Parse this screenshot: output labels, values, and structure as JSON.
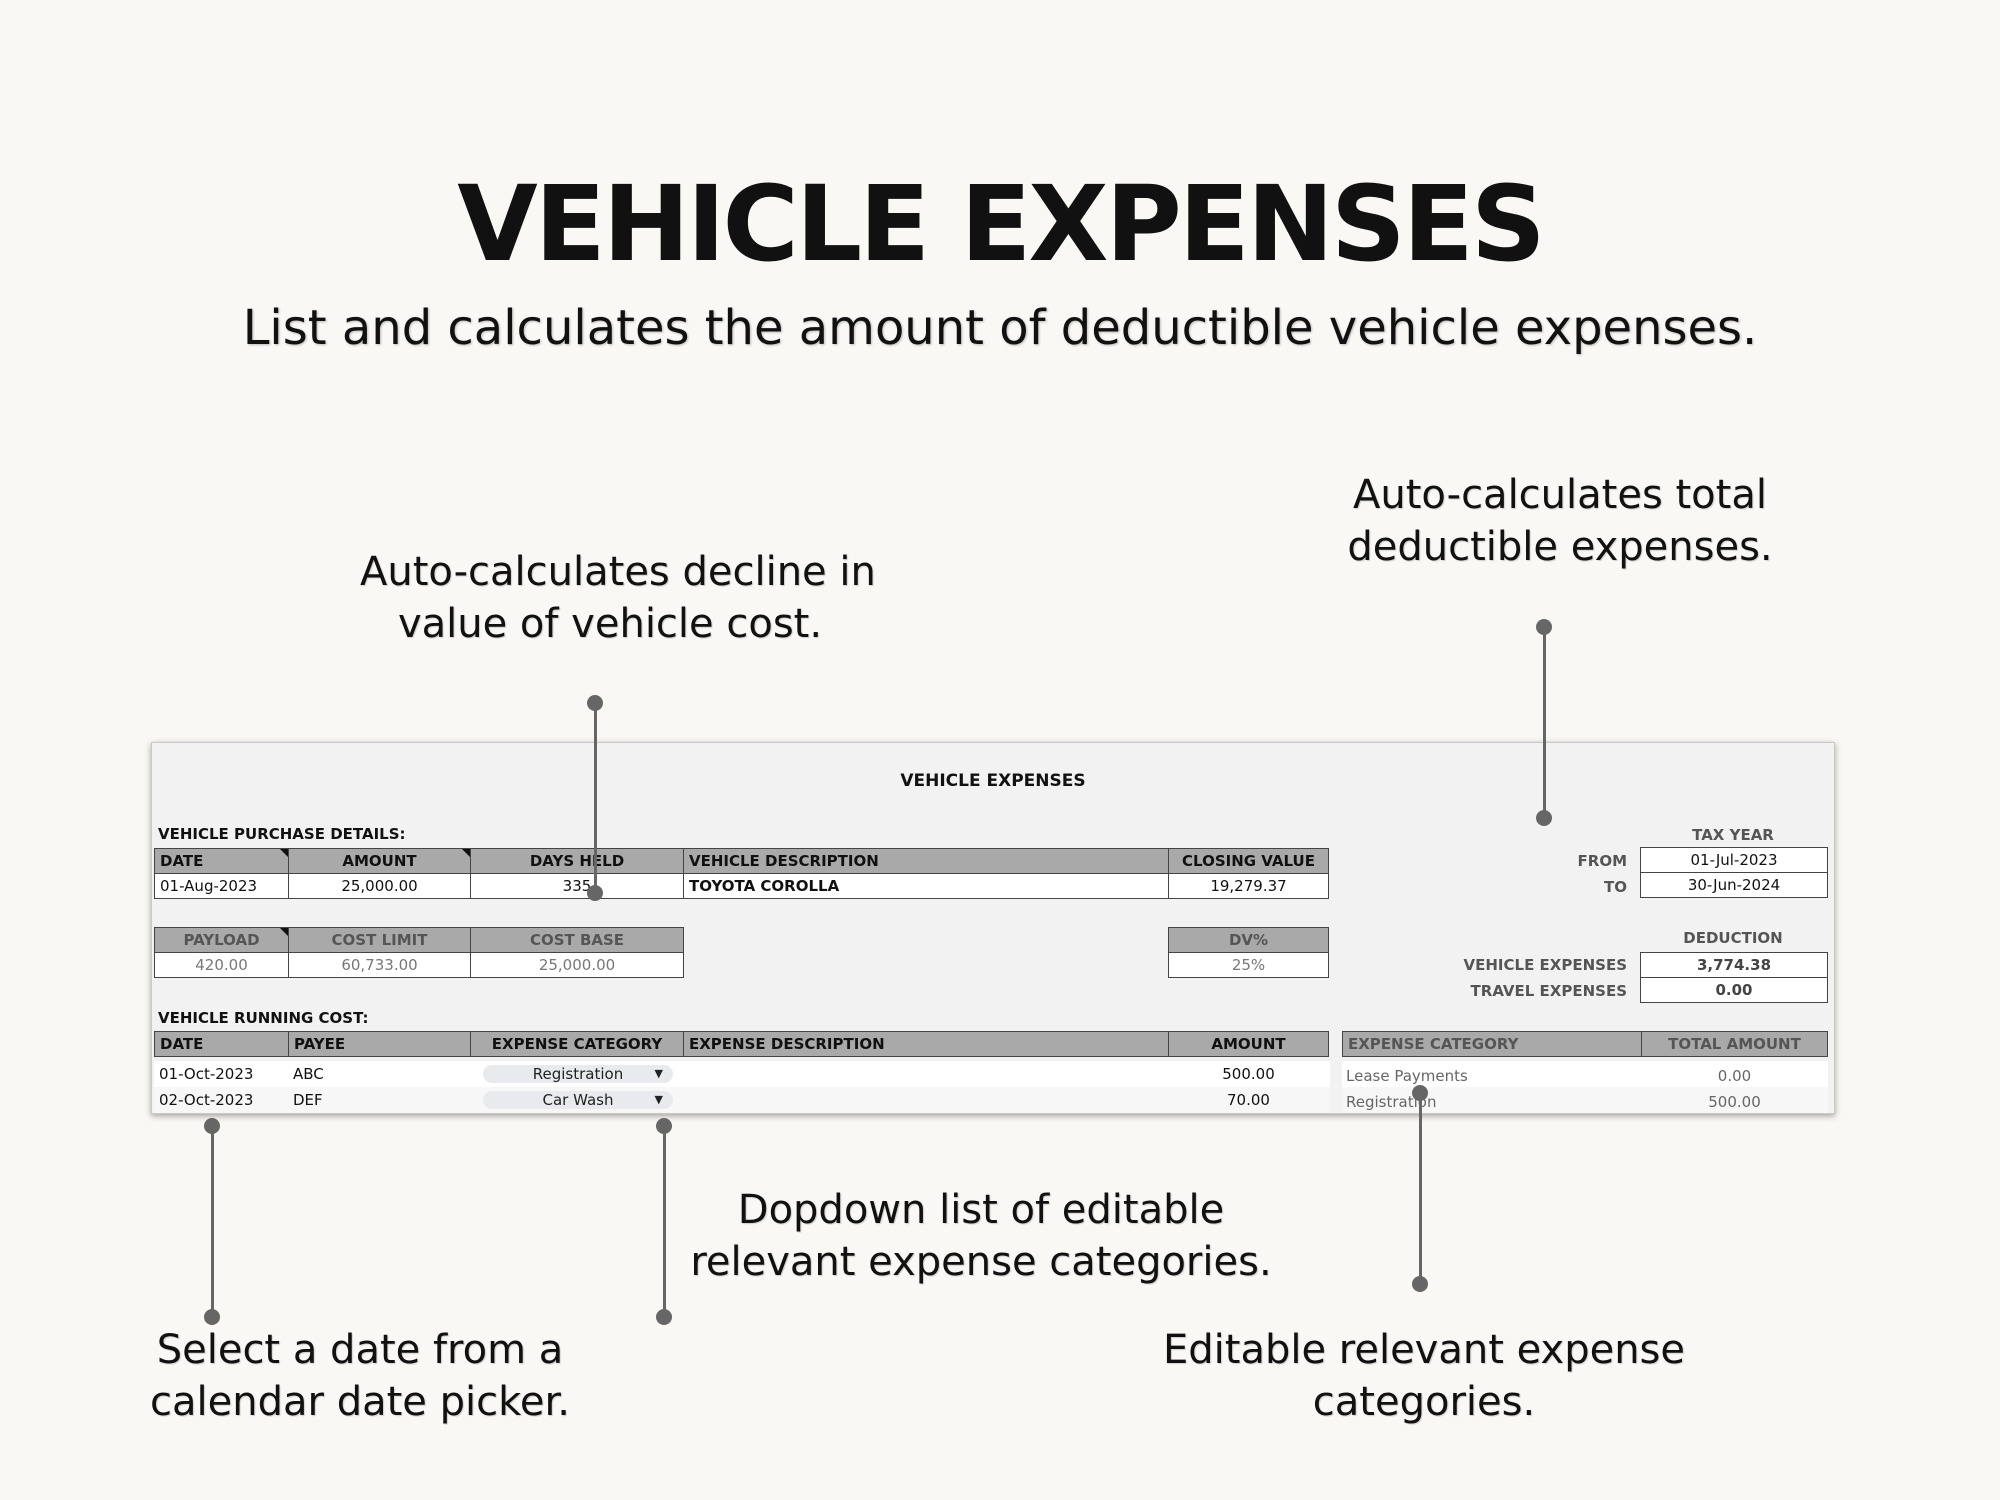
{
  "hero": {
    "title": "VEHICLE EXPENSES",
    "subtitle": "List and calculates the amount of deductible vehicle expenses."
  },
  "callouts": {
    "decline": [
      "Auto-calculates decline in",
      "value of vehicle cost."
    ],
    "total": [
      "Auto-calculates total",
      "deductible expenses."
    ],
    "dropdown": [
      "Dopdown list of editable",
      "relevant expense categories."
    ],
    "date": [
      "Select a date from a",
      "calendar date picker."
    ],
    "editable": [
      "Editable relevant expense",
      "categories."
    ]
  },
  "sheet": {
    "title": "VEHICLE EXPENSES",
    "purchase_label": "VEHICLE PURCHASE DETAILS:",
    "purchase_headers": [
      "DATE",
      "AMOUNT",
      "DAYS HELD",
      "VEHICLE DESCRIPTION",
      "CLOSING VALUE"
    ],
    "purchase_row": [
      "01-Aug-2023",
      "25,000.00",
      "335",
      "TOYOTA COROLLA",
      "19,279.37"
    ],
    "limit_headers": [
      "PAYLOAD",
      "COST LIMIT",
      "COST BASE"
    ],
    "limit_values": [
      "420.00",
      "60,733.00",
      "25,000.00"
    ],
    "dv_header": "DV%",
    "dv_value": "25%",
    "tax_year": {
      "label": "TAX YEAR",
      "from_label": "FROM",
      "from": "01-Jul-2023",
      "to_label": "TO",
      "to": "30-Jun-2024"
    },
    "deduction": {
      "label": "DEDUCTION",
      "vehicle_label": "VEHICLE EXPENSES",
      "vehicle_value": "3,774.38",
      "travel_label": "TRAVEL EXPENSES",
      "travel_value": "0.00"
    },
    "running_label": "VEHICLE RUNNING COST:",
    "running_headers": [
      "DATE",
      "PAYEE",
      "EXPENSE CATEGORY",
      "EXPENSE DESCRIPTION",
      "AMOUNT"
    ],
    "running_rows": [
      {
        "date": "01-Oct-2023",
        "payee": "ABC",
        "category": "Registration",
        "description": "",
        "amount": "500.00"
      },
      {
        "date": "02-Oct-2023",
        "payee": "DEF",
        "category": "Car Wash",
        "description": "",
        "amount": "70.00"
      }
    ],
    "summary_headers": [
      "EXPENSE CATEGORY",
      "TOTAL AMOUNT"
    ],
    "summary_rows": [
      {
        "category": "Lease Payments",
        "total": "0.00"
      },
      {
        "category": "Registration",
        "total": "500.00"
      }
    ]
  },
  "icons": {
    "dropdown_caret": "caret-down-icon",
    "callout_dot": "dot-marker"
  },
  "colors": {
    "background": "#faf8f5",
    "header_fill": "#a9a9a9",
    "connector": "#666666"
  }
}
